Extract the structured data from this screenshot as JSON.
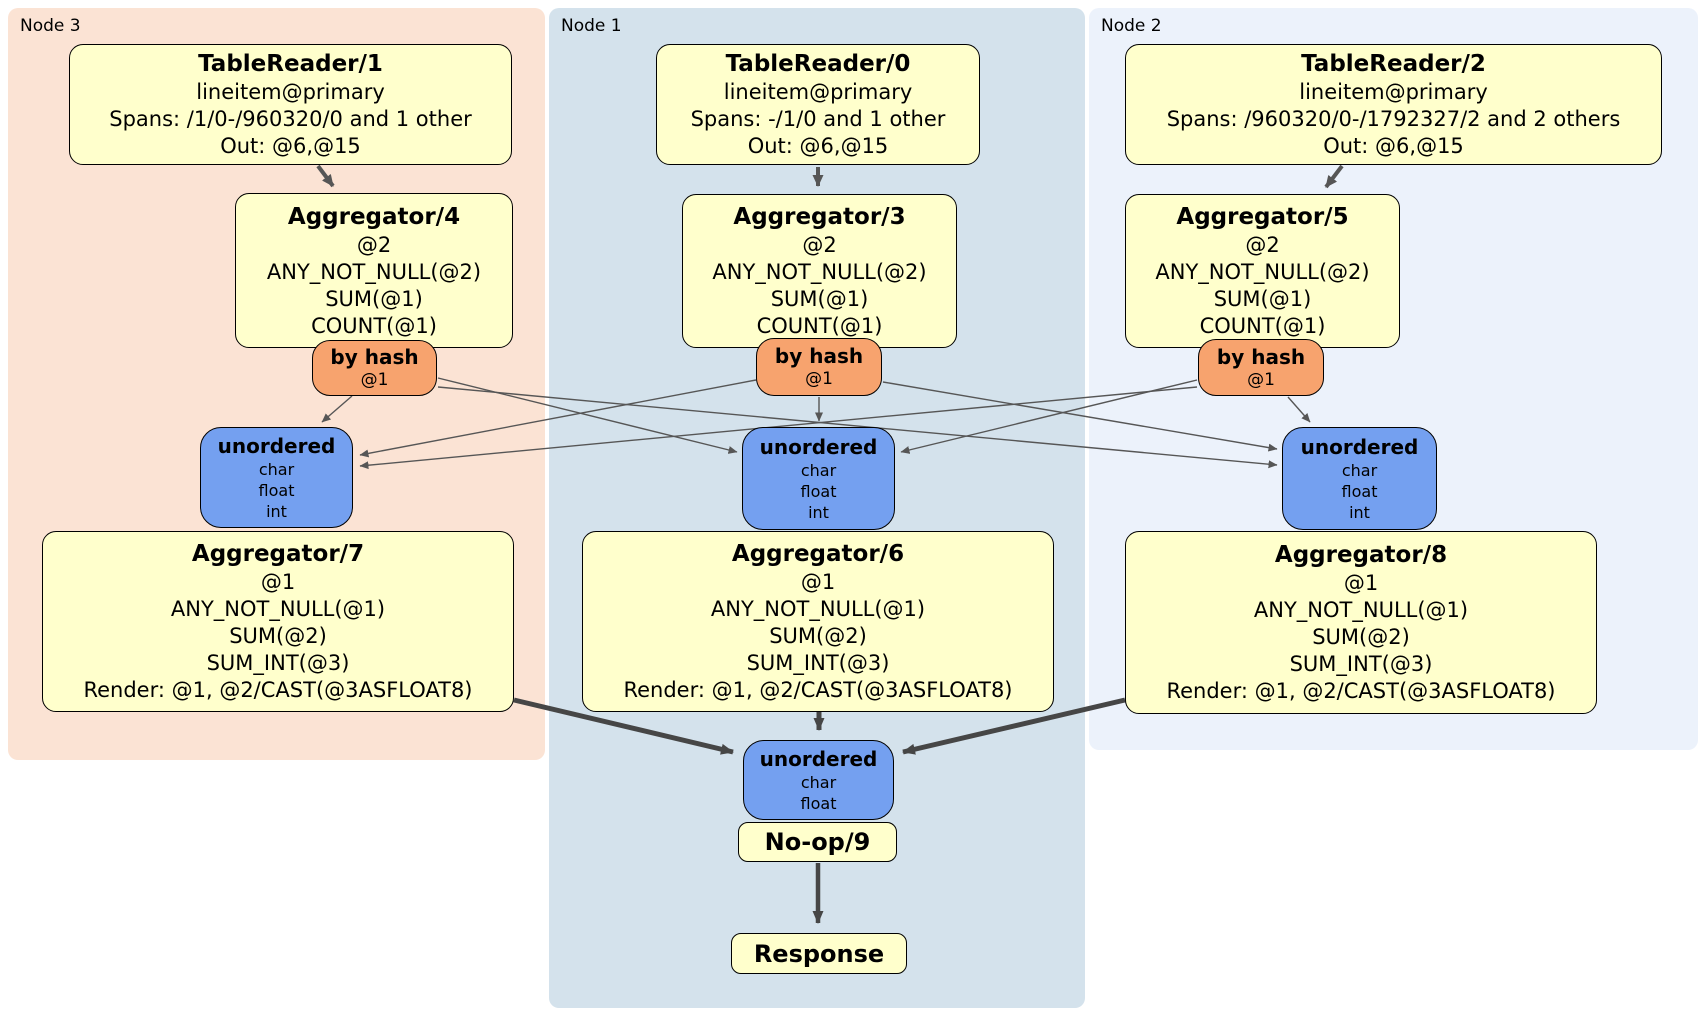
{
  "regions": {
    "node3": {
      "label": "Node 3"
    },
    "node1": {
      "label": "Node 1"
    },
    "node2": {
      "label": "Node 2"
    }
  },
  "boxes": {
    "tr1": {
      "title": "TableReader/1",
      "lines": [
        "lineitem@primary",
        "Spans: /1/0-/960320/0 and 1 other",
        "Out: @6,@15"
      ]
    },
    "tr0": {
      "title": "TableReader/0",
      "lines": [
        "lineitem@primary",
        "Spans: -/1/0 and 1 other",
        "Out: @6,@15"
      ]
    },
    "tr2": {
      "title": "TableReader/2",
      "lines": [
        "lineitem@primary",
        "Spans: /960320/0-/1792327/2 and 2 others",
        "Out: @6,@15"
      ]
    },
    "agg4": {
      "title": "Aggregator/4",
      "lines": [
        "@2",
        "ANY_NOT_NULL(@2)",
        "SUM(@1)",
        "COUNT(@1)"
      ]
    },
    "agg3": {
      "title": "Aggregator/3",
      "lines": [
        "@2",
        "ANY_NOT_NULL(@2)",
        "SUM(@1)",
        "COUNT(@1)"
      ]
    },
    "agg5": {
      "title": "Aggregator/5",
      "lines": [
        "@2",
        "ANY_NOT_NULL(@2)",
        "SUM(@1)",
        "COUNT(@1)"
      ]
    },
    "router3": {
      "title": "by hash",
      "lines": [
        "@1"
      ]
    },
    "router1": {
      "title": "by hash",
      "lines": [
        "@1"
      ]
    },
    "router2": {
      "title": "by hash",
      "lines": [
        "@1"
      ]
    },
    "sync3": {
      "title": "unordered",
      "lines": [
        "char",
        "float",
        "int"
      ]
    },
    "sync1": {
      "title": "unordered",
      "lines": [
        "char",
        "float",
        "int"
      ]
    },
    "sync2": {
      "title": "unordered",
      "lines": [
        "char",
        "float",
        "int"
      ]
    },
    "agg7": {
      "title": "Aggregator/7",
      "lines": [
        "@1",
        "ANY_NOT_NULL(@1)",
        "SUM(@2)",
        "SUM_INT(@3)",
        "Render: @1, @2/CAST(@3ASFLOAT8)"
      ]
    },
    "agg6": {
      "title": "Aggregator/6",
      "lines": [
        "@1",
        "ANY_NOT_NULL(@1)",
        "SUM(@2)",
        "SUM_INT(@3)",
        "Render: @1, @2/CAST(@3ASFLOAT8)"
      ]
    },
    "agg8": {
      "title": "Aggregator/8",
      "lines": [
        "@1",
        "ANY_NOT_NULL(@1)",
        "SUM(@2)",
        "SUM_INT(@3)",
        "Render: @1, @2/CAST(@3ASFLOAT8)"
      ]
    },
    "syncFinal": {
      "title": "unordered",
      "lines": [
        "char",
        "float"
      ]
    },
    "noop": {
      "title": "No-op/9"
    },
    "response": {
      "title": "Response"
    }
  },
  "colors": {
    "processor_fill": "#ffffcc",
    "router_fill": "#f7a36e",
    "sync_fill": "#74a0f0",
    "node3_bg": "#fbe3d4",
    "node1_bg": "#d4e2ec",
    "node2_bg": "#ecf2fb",
    "edge": "#565656",
    "edge_thick": "#464646",
    "border": "#000000"
  }
}
